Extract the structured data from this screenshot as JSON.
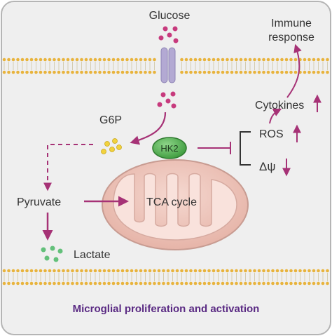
{
  "labels": {
    "glucose": "Glucose",
    "immune_response_line1": "Immune",
    "immune_response_line2": "response",
    "cytokines": "Cytokines",
    "g6p": "G6P",
    "hk2": "HK2",
    "ros": "ROS",
    "delta_psi": "Δψ",
    "pyruvate": "Pyruvate",
    "tca_cycle": "TCA cycle",
    "lactate": "Lactate",
    "caption": "Microglial proliferation and activation"
  },
  "colors": {
    "background": "#efefef",
    "frame": "#b5b5b5",
    "membrane_head": "#e8b33c",
    "membrane_tail": "#d4ccb0",
    "arrow": "#a63276",
    "glucose_dot": "#c73a7d",
    "g6p_dot": "#f2d23d",
    "lactate_dot": "#63c07a",
    "hk2_fill": "#46a846",
    "mito_outer": "#eec7bc",
    "mito_stroke": "#c89c92",
    "mito_inner": "#f9e2dc",
    "caption": "#5a2a83",
    "transporter": "#b3a9d3"
  },
  "arrow_directions": {
    "ros": "up",
    "cytokines": "up",
    "delta_psi": "down"
  }
}
